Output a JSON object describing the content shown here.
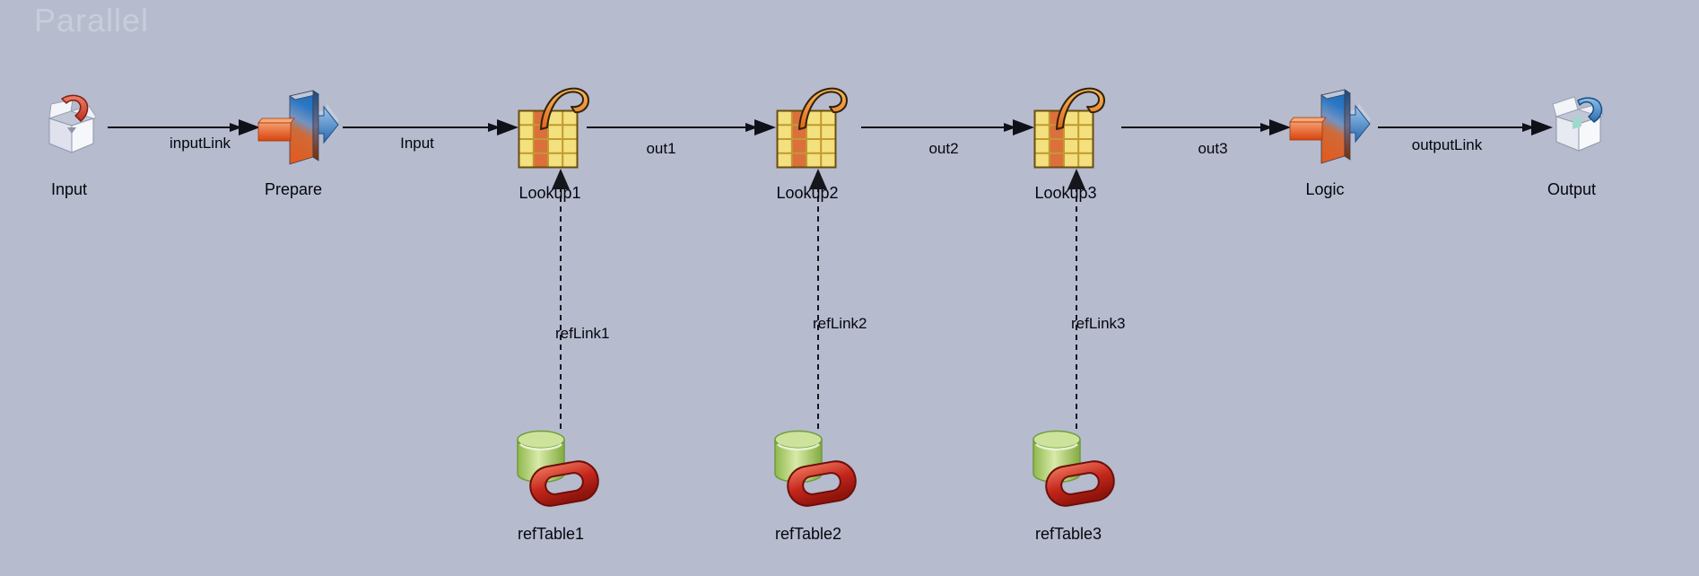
{
  "canvas": {
    "watermark": "Parallel",
    "background_color": "#b6bbce"
  },
  "stages": [
    {
      "label": "Input",
      "icon": "dataset-input-icon"
    },
    {
      "label": "Prepare",
      "icon": "transformer-icon"
    },
    {
      "label": "Lookup1",
      "icon": "lookup-icon"
    },
    {
      "label": "Lookup2",
      "icon": "lookup-icon"
    },
    {
      "label": "Lookup3",
      "icon": "lookup-icon"
    },
    {
      "label": "Logic",
      "icon": "transformer-icon"
    },
    {
      "label": "Output",
      "icon": "dataset-output-icon"
    },
    {
      "label": "refTable1",
      "icon": "oracle-database-icon"
    },
    {
      "label": "refTable2",
      "icon": "oracle-database-icon"
    },
    {
      "label": "refTable3",
      "icon": "oracle-database-icon"
    }
  ],
  "links": [
    {
      "label": "inputLink",
      "from": "Input",
      "to": "Prepare",
      "line": "solid"
    },
    {
      "label": "Input",
      "from": "Prepare",
      "to": "Lookup1",
      "line": "solid"
    },
    {
      "label": "out1",
      "from": "Lookup1",
      "to": "Lookup2",
      "line": "solid"
    },
    {
      "label": "out2",
      "from": "Lookup2",
      "to": "Lookup3",
      "line": "solid"
    },
    {
      "label": "out3",
      "from": "Lookup3",
      "to": "Logic",
      "line": "solid"
    },
    {
      "label": "outputLink",
      "from": "Logic",
      "to": "Output",
      "line": "solid"
    },
    {
      "label": "refLink1",
      "from": "refTable1",
      "to": "Lookup1",
      "line": "dashed"
    },
    {
      "label": "refLink2",
      "from": "refTable2",
      "to": "Lookup2",
      "line": "dashed"
    },
    {
      "label": "refLink3",
      "from": "refTable3",
      "to": "Lookup3",
      "line": "dashed"
    }
  ]
}
